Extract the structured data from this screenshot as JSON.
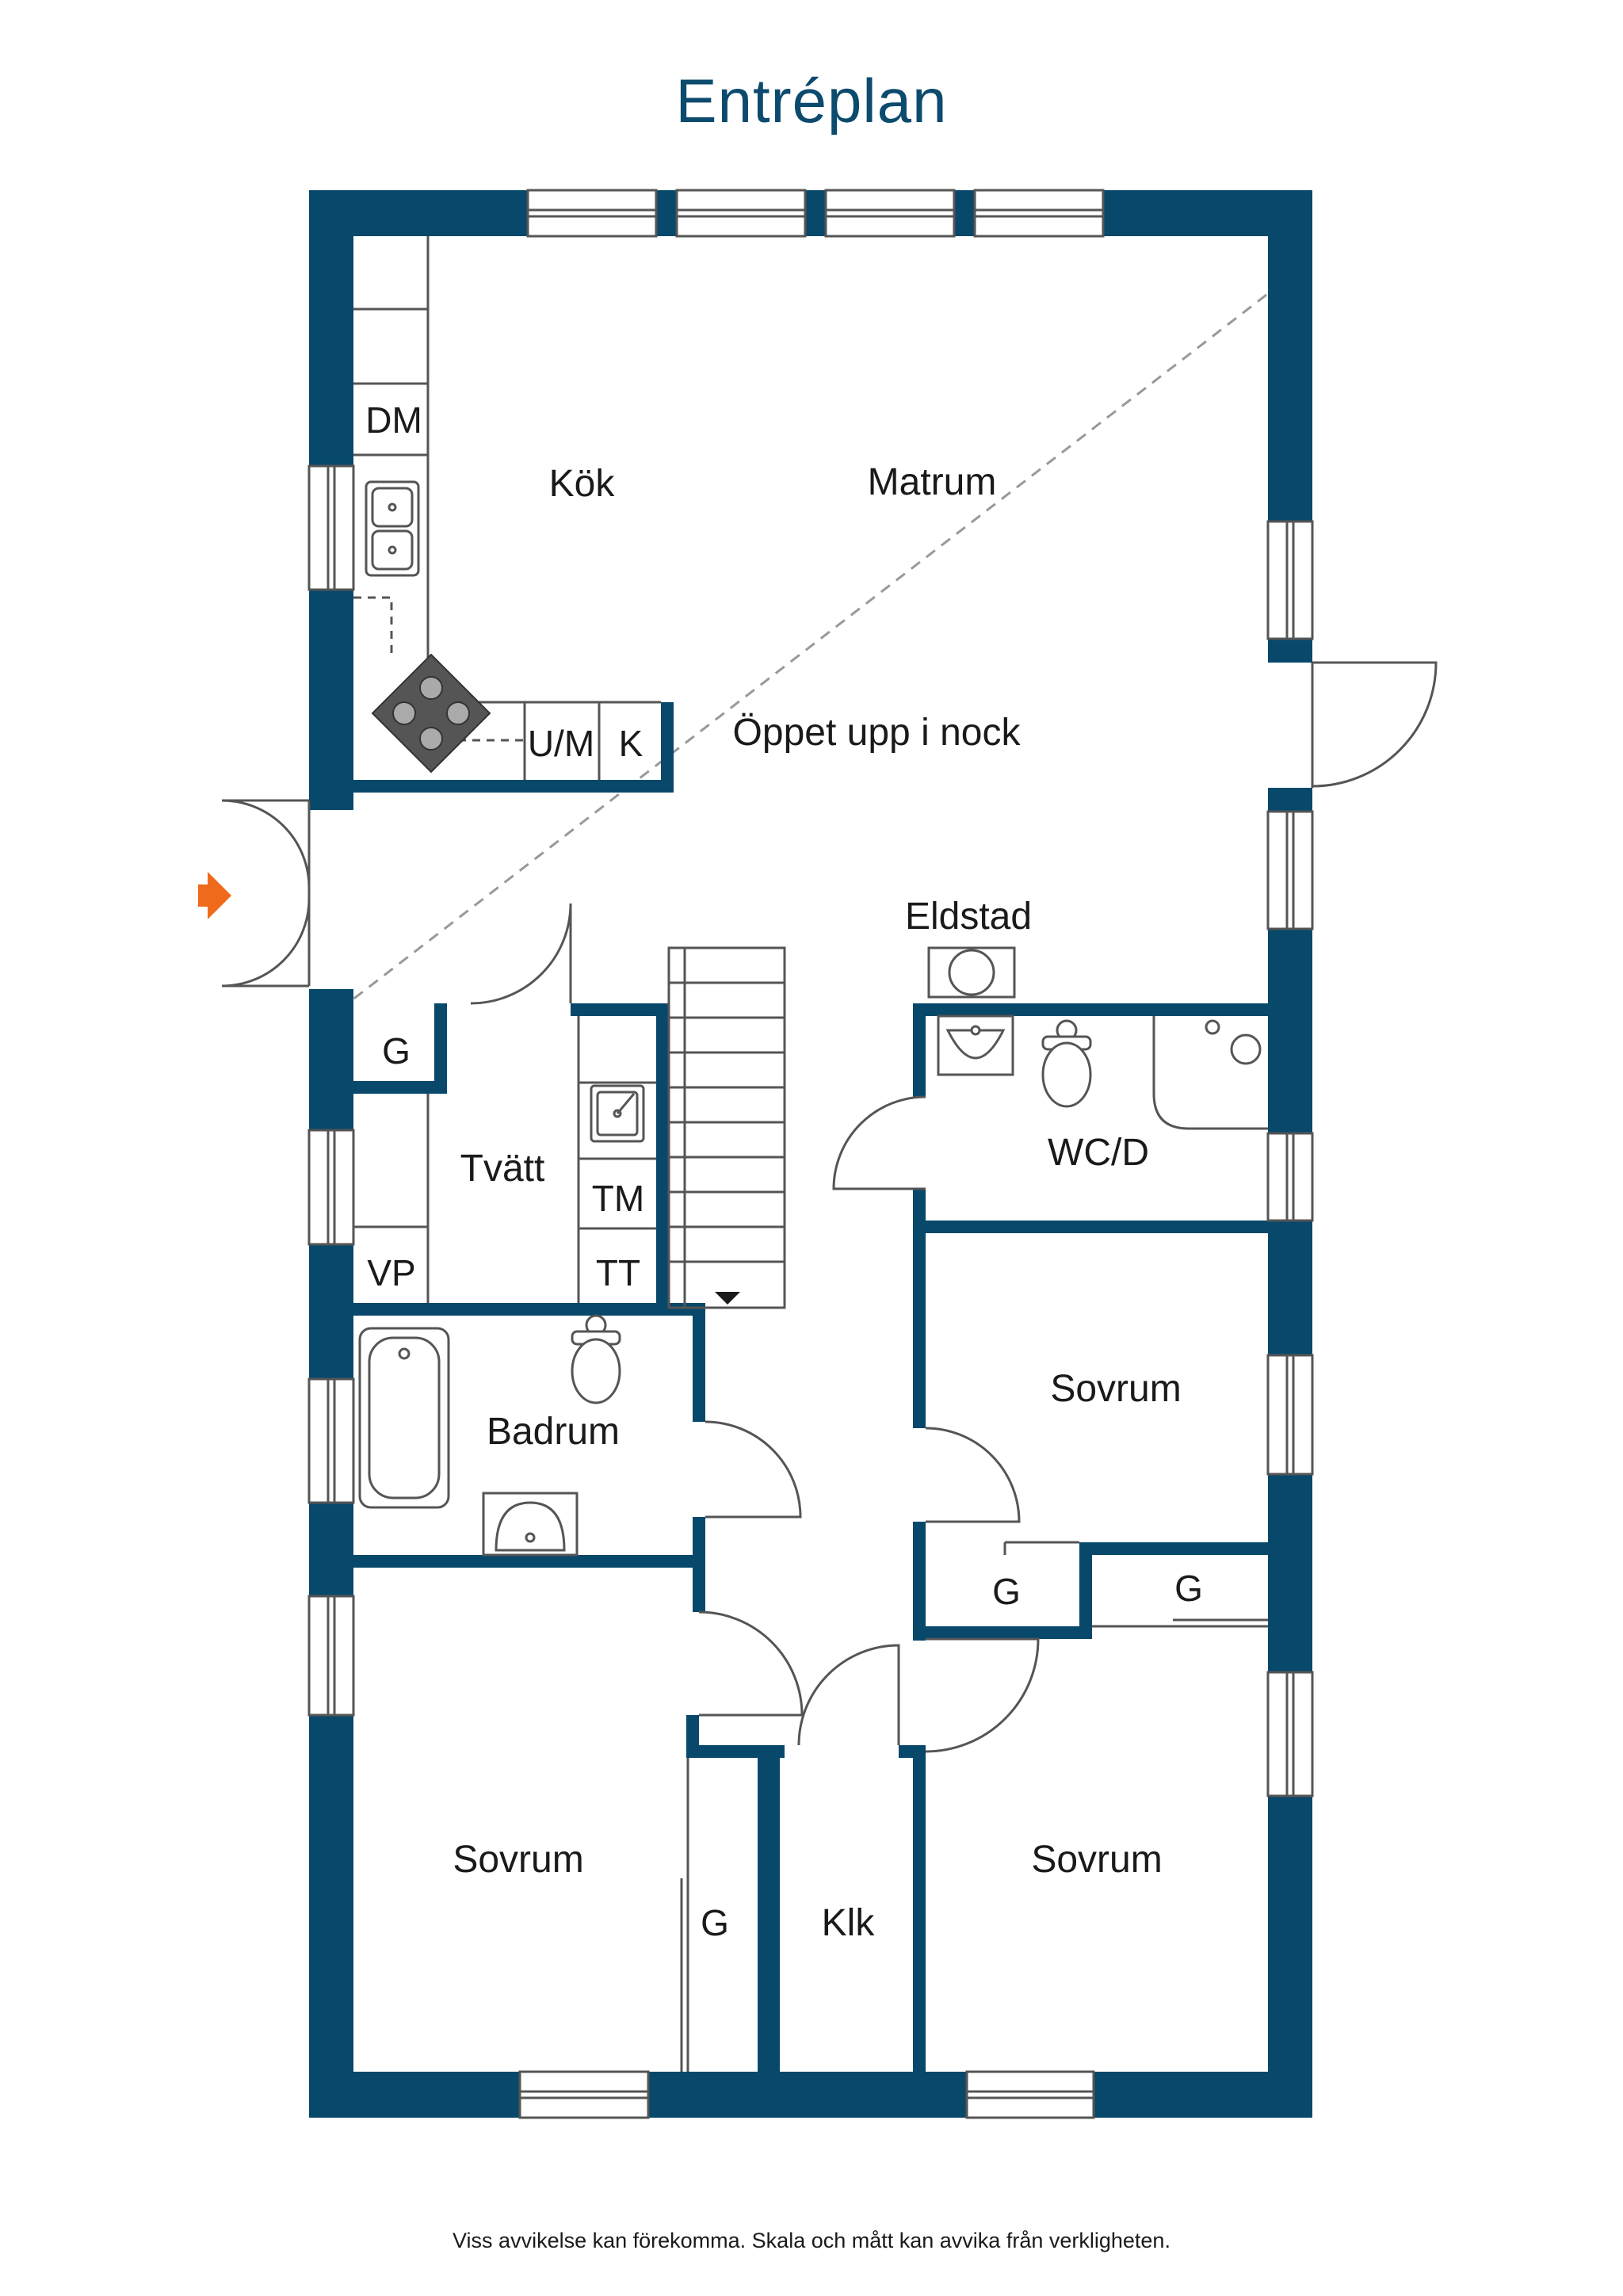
{
  "title": "Entréplan",
  "footer": "Viss avvikelse kan förekomma. Skala och mått kan avvika från verkligheten.",
  "colors": {
    "wall": "#07486b",
    "accent": "#f06a1c",
    "line": "#555555"
  },
  "rooms": {
    "kok": "Kök",
    "matrum": "Matrum",
    "oppet": "Öppet upp i nock",
    "eldstad": "Eldstad",
    "tvatt": "Tvätt",
    "wcd": "WC/D",
    "badrum": "Badrum",
    "sovrum_right_upper": "Sovrum",
    "sovrum_left_lower": "Sovrum",
    "sovrum_right_lower": "Sovrum",
    "klk": "Klk"
  },
  "fixtures": {
    "dm": "DM",
    "um": "U/M",
    "k": "K",
    "g_entry": "G",
    "g_mid_left": "G",
    "g_mid_right": "G",
    "g_lower": "G",
    "tm": "TM",
    "tt": "TT",
    "vp": "VP"
  },
  "icons": [
    "entrance-arrow-icon",
    "stove-icon",
    "sink-icon",
    "toilet-icon",
    "bathtub-icon",
    "washbasin-icon",
    "shower-icon",
    "fireplace-icon",
    "stairs-icon"
  ]
}
